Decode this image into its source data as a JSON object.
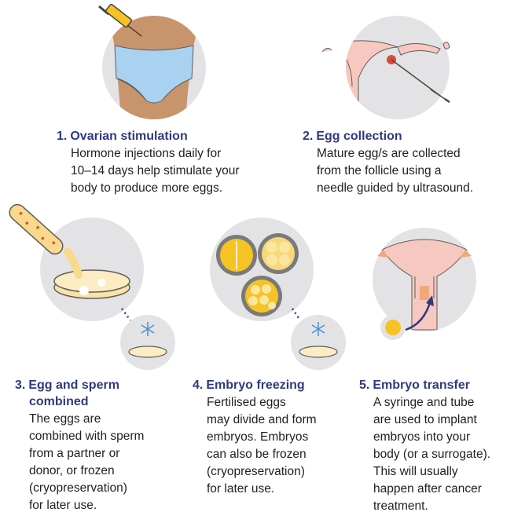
{
  "steps": [
    {
      "number": "1.",
      "title": "Ovarian stimulation",
      "body": [
        "Hormone injections daily for",
        "10–14 days help stimulate your",
        "body to produce more eggs."
      ]
    },
    {
      "number": "2.",
      "title": "Egg collection",
      "body": [
        "Mature egg/s are collected",
        "from the follicle using a",
        "needle guided by ultrasound."
      ]
    },
    {
      "number": "3.",
      "title": "Egg and sperm",
      "title_line2": "combined",
      "body": [
        "The eggs are",
        "combined with sperm",
        "from a partner or",
        "donor, or frozen",
        "(cryopreservation)",
        "for later use."
      ]
    },
    {
      "number": "4.",
      "title": "Embryo freezing",
      "body": [
        "Fertilised eggs",
        "may divide and form",
        "embryos. Embryos",
        "can also be frozen",
        "(cryopreservation)",
        "for later use."
      ]
    },
    {
      "number": "5.",
      "title": "Embryo transfer",
      "body": [
        "A syringe and tube",
        "are used to implant",
        "embryos into your",
        "body (or a surrogate).",
        "This will usually",
        "happen after cancer",
        "treatment."
      ]
    }
  ],
  "colors": {
    "title": "#2f3a7e",
    "circle": "#e3e3e5",
    "skin": "#c8946b",
    "underwear": "#a9d2f1",
    "uterus": "#f6c8c0",
    "egg_yellow": "#f6c324",
    "dish": "#f9e3a8",
    "sperm": "#e0483a",
    "snowflake": "#4b8fd1"
  },
  "icons": [
    "syringe-icon",
    "uterus-icon",
    "petri-dish-icon",
    "snowflake-icon",
    "embryo-icon",
    "arrow-icon"
  ]
}
